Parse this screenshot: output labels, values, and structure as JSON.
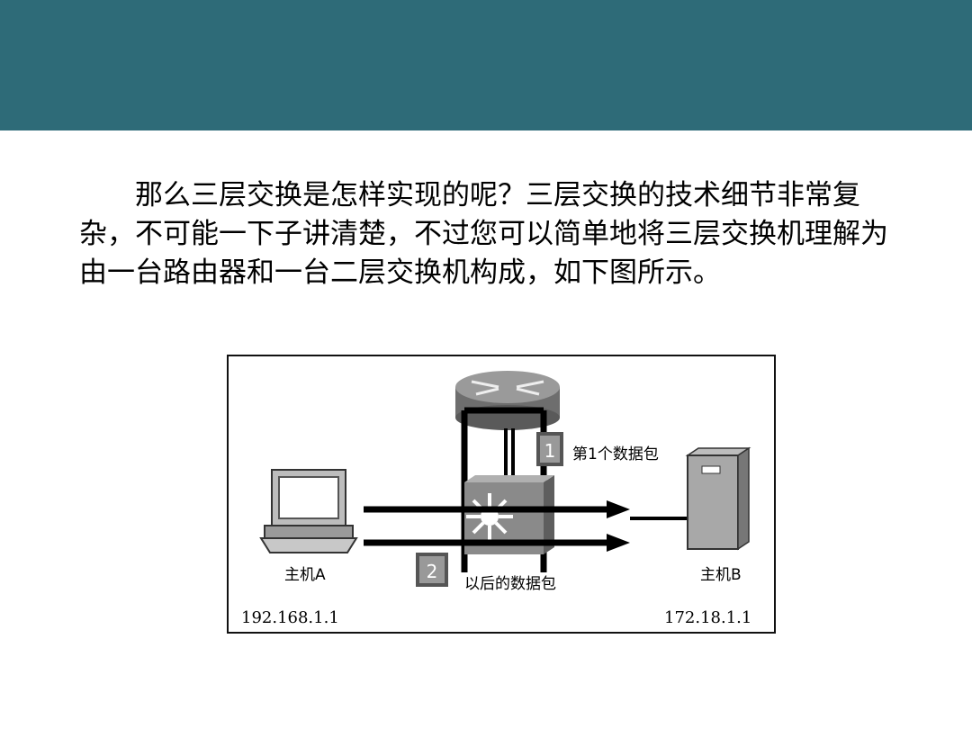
{
  "slide": {
    "header_color": "#2e6b78",
    "paragraph": "那么三层交换是怎样实现的呢？三层交换的技术细节非常复杂，不可能一下子讲清楚，不过您可以简单地将三层交换机理解为由一台路由器和一台二层交换机构成，如下图所示。"
  },
  "figure": {
    "step1_number": "1",
    "step1_label": "第1个数据包",
    "step2_number": "2",
    "step2_label": "以后的数据包",
    "host_a_label": "主机A",
    "host_b_label": "主机B",
    "host_a_ip": "192.168.1.1",
    "host_b_ip": "172.18.1.1"
  }
}
